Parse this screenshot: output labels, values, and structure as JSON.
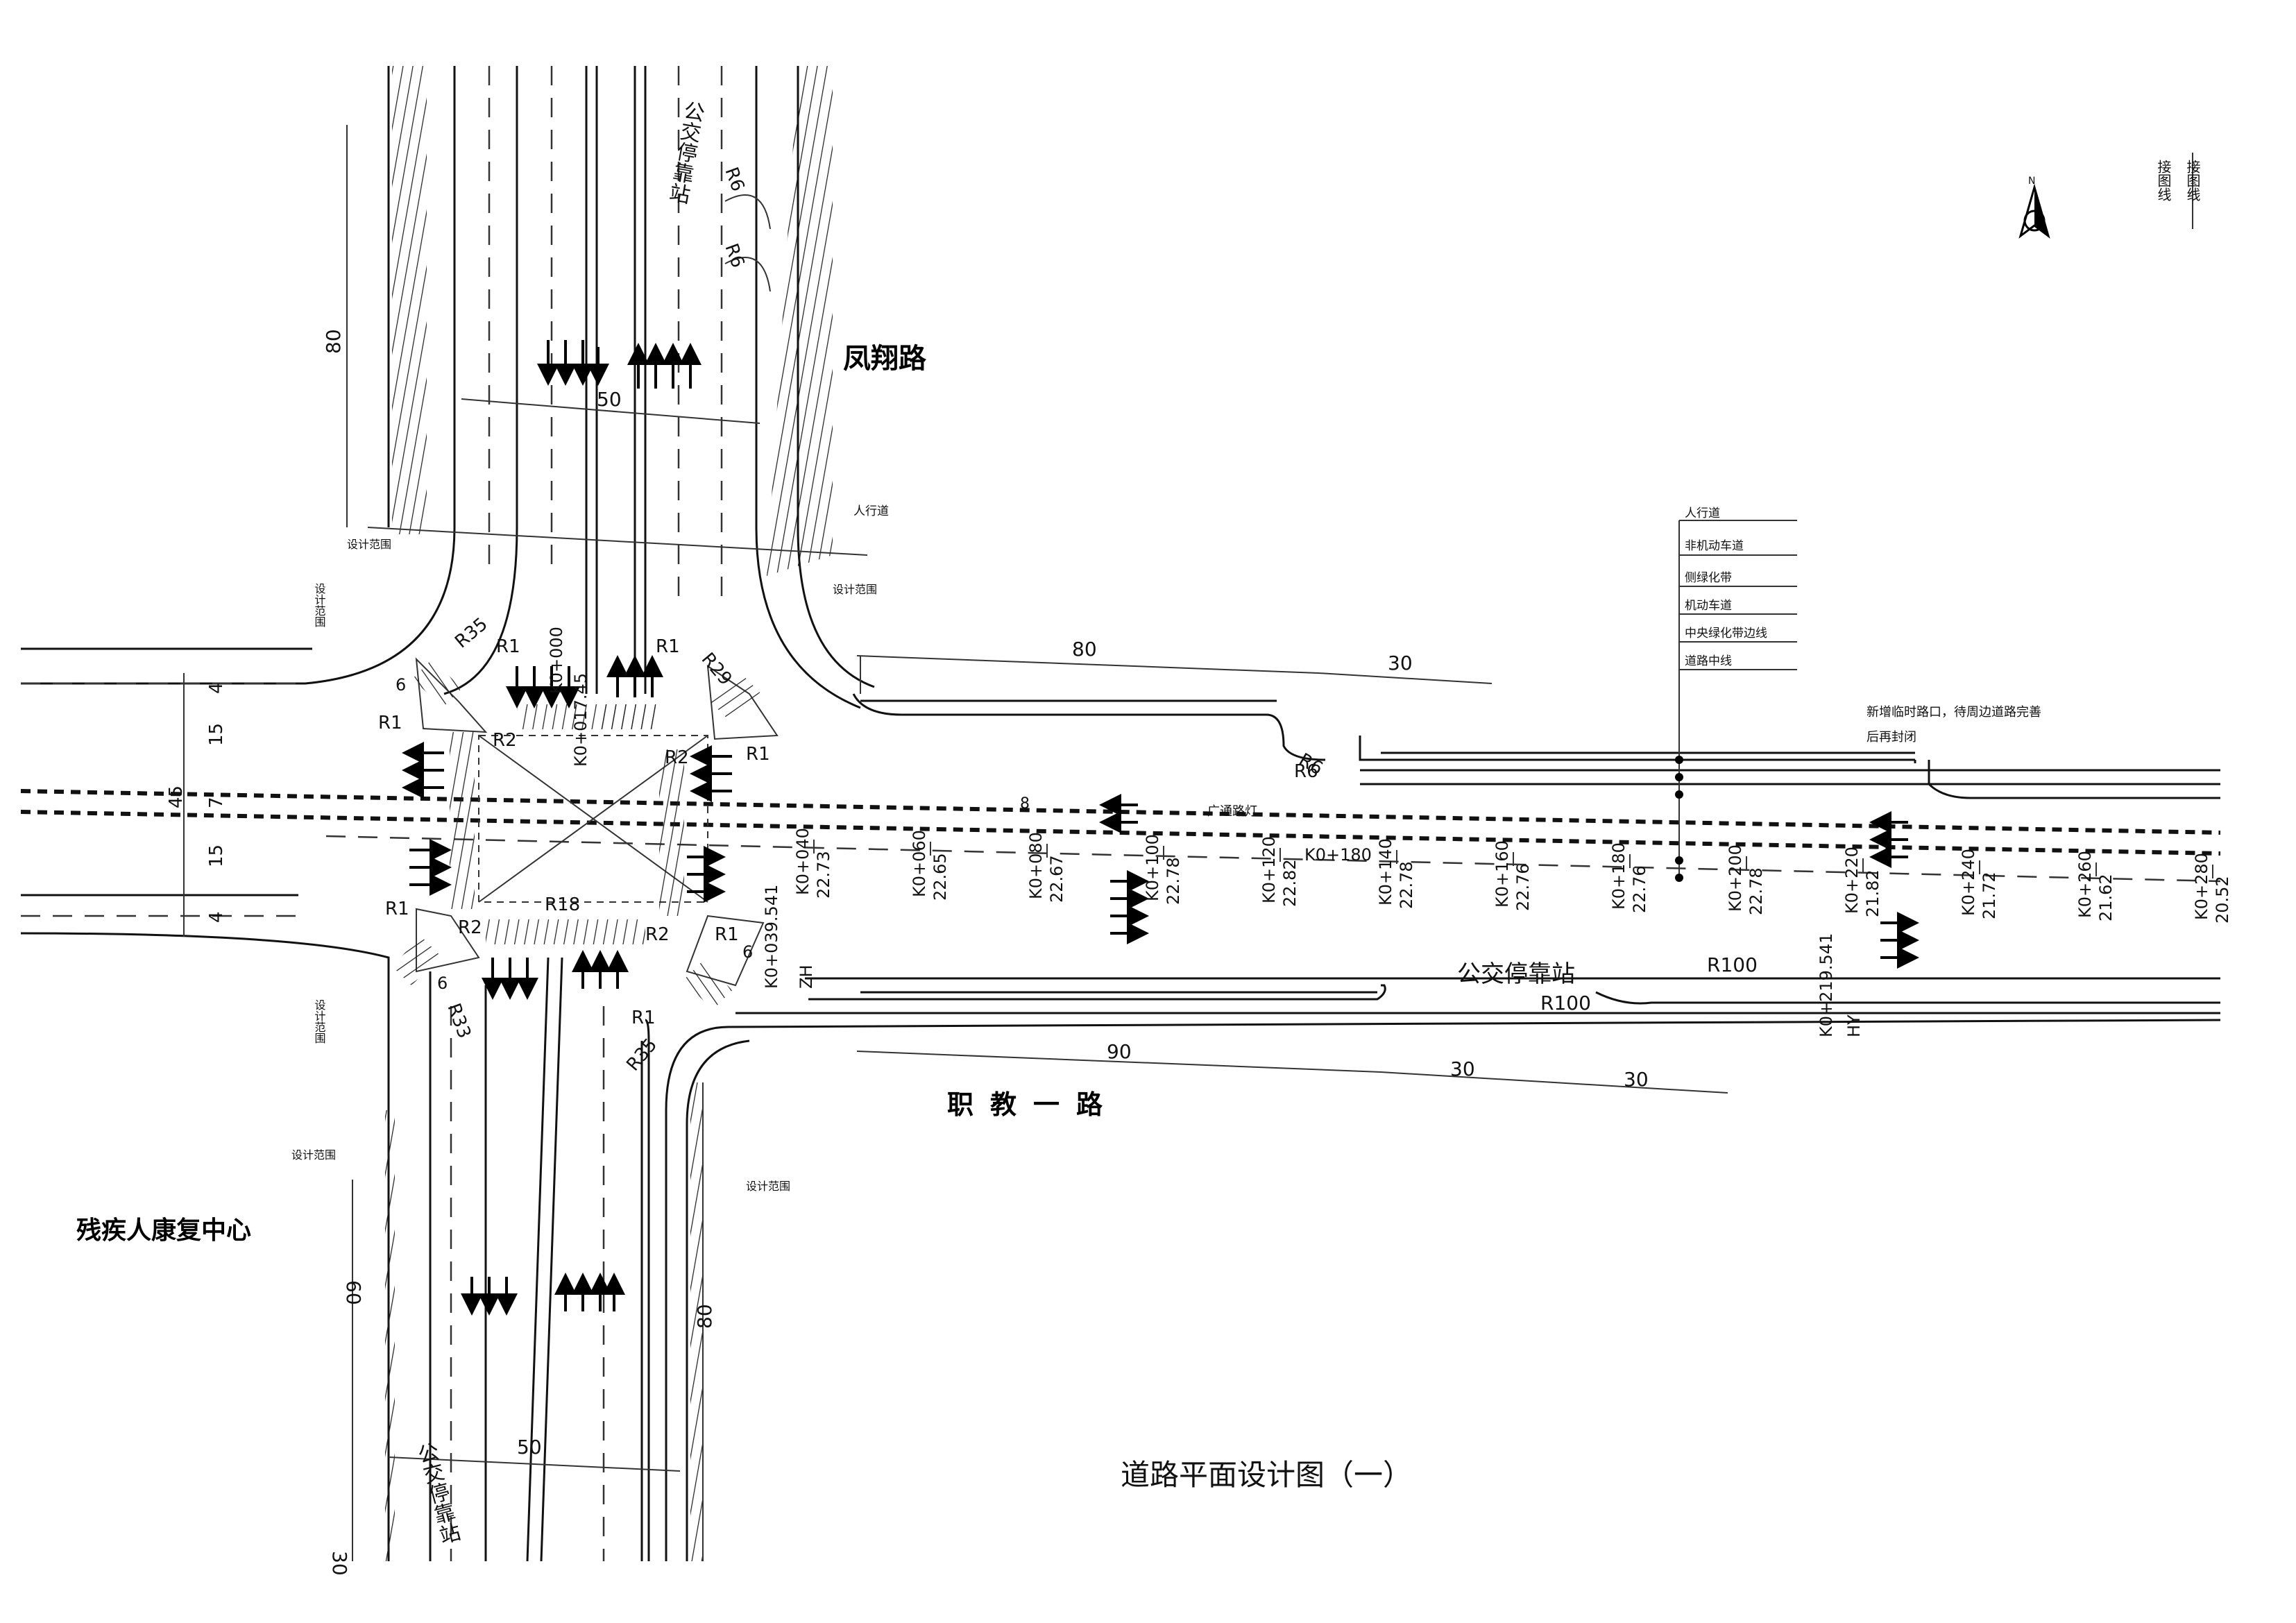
{
  "title": "道路平面设计图（一）",
  "roads": {
    "north_south": "凤翔路",
    "east_west": "职教一路"
  },
  "landmark": "残疾人康复中心",
  "north_label": "N",
  "match_lines": [
    "接图线",
    "接图线"
  ],
  "notes": {
    "new_intersection": [
      "新增临时路口，待周边道路完善",
      "后再封闭"
    ],
    "streetlight": "广通路灯"
  },
  "labels": {
    "design_scope": "设计范围",
    "bus_stop": "公交停靠站"
  },
  "cross_section_legend": [
    "人行道",
    "非机动车道",
    "侧绿化带",
    "机动车道",
    "中央绿化带边线",
    "道路中线"
  ],
  "stations": [
    "K0+040",
    "K0+060",
    "K0+080",
    "K0+100",
    "K0+120",
    "K0+140",
    "K0+160",
    "K0+180",
    "K0+200",
    "K0+220",
    "K0+240",
    "K0+260",
    "K0+280"
  ],
  "elevations": [
    "22.73",
    "22.65",
    "22.67",
    "22.78",
    "22.82",
    "22.78",
    "22.76",
    "22.76",
    "22.78",
    "21.82",
    "21.72",
    "21.62",
    "20.52"
  ],
  "special_stations": {
    "zh": "K0+039.541",
    "zh_tag": "ZH",
    "hy": "K0+219.541",
    "hy_tag": "HY",
    "center": "K0+017.45",
    "k000": "K0+000",
    "k180": "K0+180"
  },
  "radii": [
    "R35",
    "R1",
    "R1",
    "R29",
    "R1",
    "R2",
    "R2",
    "R6",
    "R6",
    "R6",
    "R1",
    "R1",
    "R2",
    "R2",
    "R18",
    "R1",
    "R33",
    "R1",
    "R35",
    "R100",
    "R100",
    "R6"
  ],
  "dimensions": {
    "d80a": "80",
    "d50a": "50",
    "d80b": "80",
    "d30a": "30",
    "d4a": "4",
    "d15a": "15",
    "d7": "7",
    "d15b": "15",
    "d4b": "4",
    "d45": "45",
    "d90": "90",
    "d30b": "30",
    "d30c": "30",
    "d60": "60",
    "d80c": "80",
    "d50b": "50",
    "d30d": "30",
    "d6a": "6",
    "d6b": "6",
    "d8": "8",
    "d6c": "6"
  },
  "colors": {
    "line": "#111111",
    "background": "#ffffff"
  }
}
